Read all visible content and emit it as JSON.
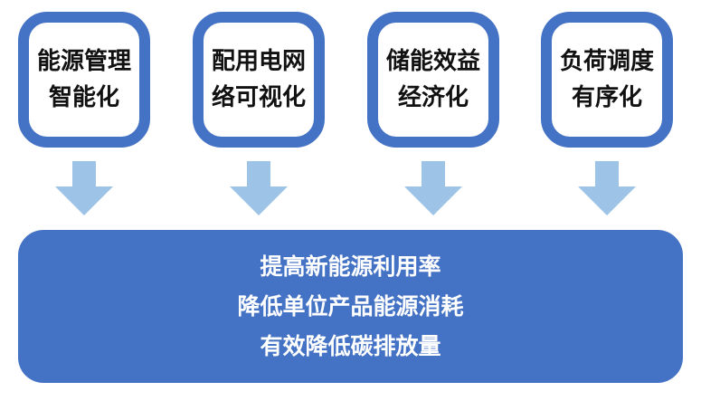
{
  "colors": {
    "accent": "#4472c4",
    "arrow": "#9dc3e6",
    "card_text": "#111111",
    "result_text": "#ffffff"
  },
  "cards": [
    {
      "line1": "能源管理",
      "line2": "智能化"
    },
    {
      "line1": "配用电网",
      "line2": "络可视化"
    },
    {
      "line1": "储能效益",
      "line2": "经济化"
    },
    {
      "line1": "负荷调度",
      "line2": "有序化"
    }
  ],
  "result": {
    "lines": [
      "提高新能源利用率",
      "降低单位产品能源消耗",
      "有效降低碳排放量"
    ]
  }
}
